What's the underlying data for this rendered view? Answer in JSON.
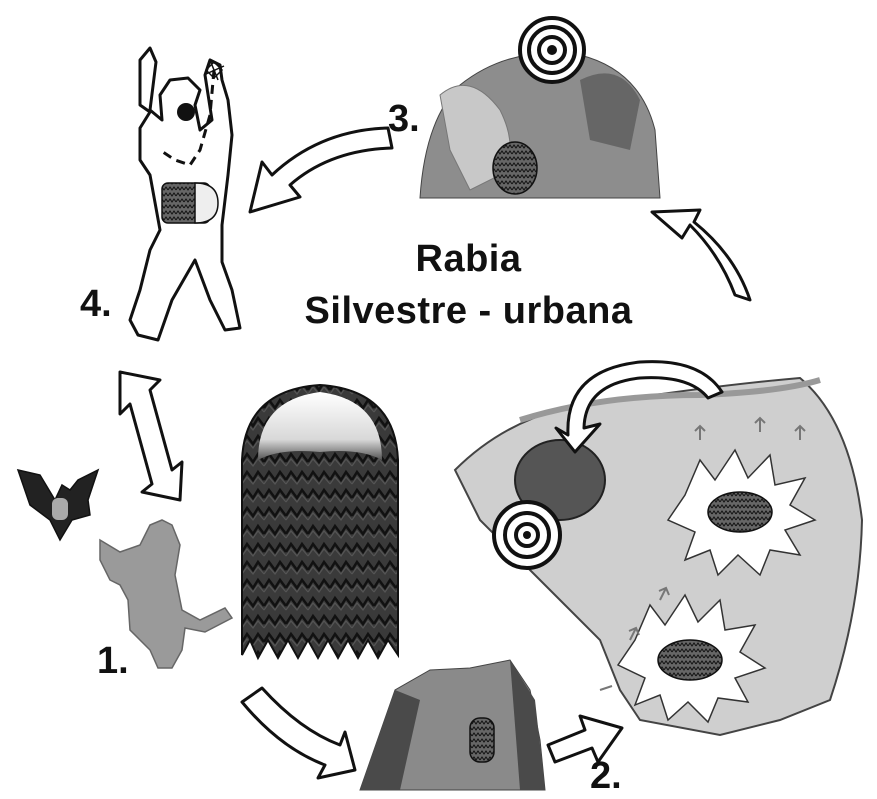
{
  "title": {
    "line1": "Rabia",
    "line2": "Silvestre - urbana"
  },
  "steps": [
    {
      "number": "1.",
      "icon": "cat-icon"
    },
    {
      "number": "2.",
      "icon": "infected-cat-anatomy-icon"
    },
    {
      "number": "3.",
      "icon": "cat-bite-icon"
    },
    {
      "number": "4.",
      "icon": "infected-human-icon"
    }
  ],
  "icons": [
    "bat-icon",
    "virus-icon",
    "bat-bite-icon",
    "target-icon",
    "cycle-arrow-icon",
    "double-arrow-icon"
  ],
  "colors": {
    "ink": "#111111",
    "gray": "#8a8a8a",
    "light_gray": "#c9c9c9",
    "virus_dark": "#2a2a2a"
  }
}
